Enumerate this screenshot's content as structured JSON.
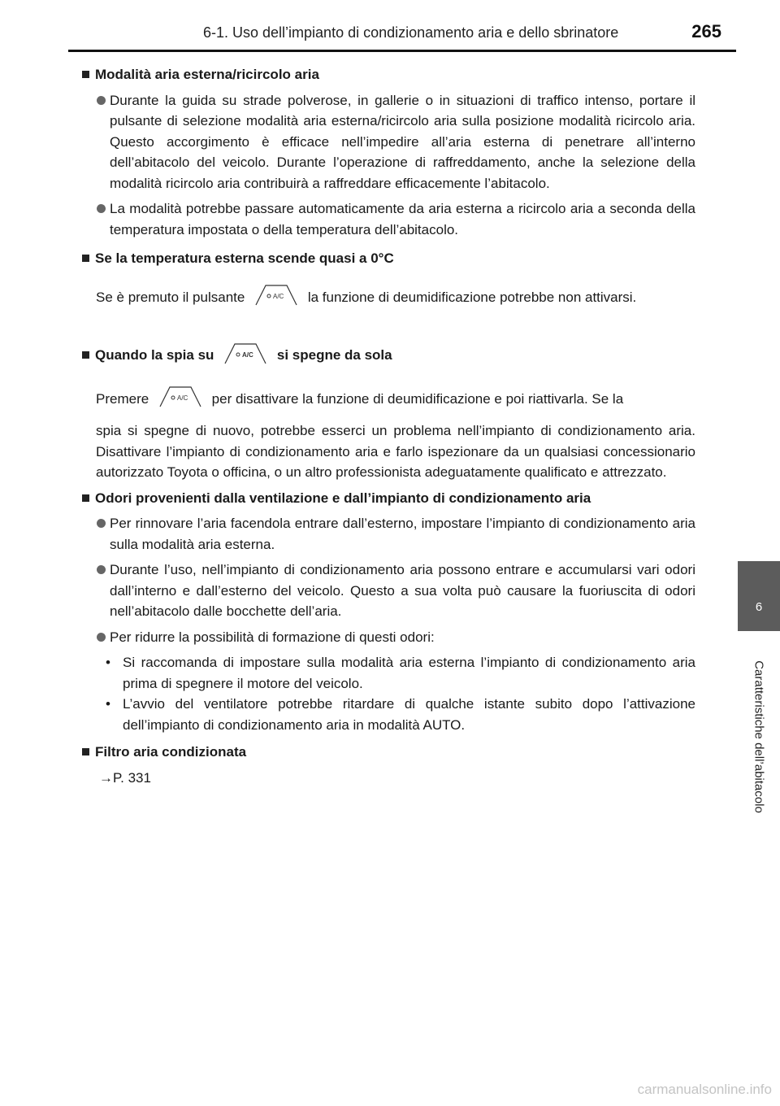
{
  "header": {
    "title": "6-1. Uso dell’impianto di condizionamento aria e dello sbrinatore",
    "page_number": "265"
  },
  "side_tab": {
    "chapter_number": "6",
    "chapter_label": "Caratteristiche dell’abitacolo"
  },
  "icons": {
    "ac_button_label": "A/C"
  },
  "sections": {
    "s1": {
      "heading": "Modalità aria esterna/ricircolo aria",
      "b1": "Durante la guida su strade polverose, in gallerie o in situazioni di traffico intenso, portare il pulsante di selezione modalità aria esterna/ricircolo aria sulla posizione modalità ricircolo aria. Questo accorgimento è efficace nell’impedire all’aria esterna di penetrare all’interno dell’abitacolo del veicolo. Durante l’operazione di raffreddamento, anche la selezione della modalità ricircolo aria contribuirà a raffreddare efficacemente l’abitacolo.",
      "b2": "La modalità potrebbe passare automaticamente da aria esterna a ricircolo aria a seconda della temperatura impostata o della temperatura dell’abitacolo."
    },
    "s2": {
      "heading": "Se la temperatura esterna scende quasi a 0°C",
      "text_before": "Se è premuto il pulsante",
      "text_after": "la funzione di deumidificazione potrebbe non attivarsi."
    },
    "s3": {
      "heading_before": "Quando la spia su",
      "heading_after": "si spegne da sola",
      "text_before": "Premere",
      "text_after": "per disattivare la funzione di deumidificazione e poi riattivarla. Se la",
      "text_rest": "spia si spegne di nuovo, potrebbe esserci un problema nell’impianto di condizionamento aria. Disattivare l’impianto di condizionamento aria e farlo ispezionare da un qualsiasi concessionario autorizzato Toyota o officina, o un altro professionista adeguatamente qualificato e attrezzato."
    },
    "s4": {
      "heading": "Odori provenienti dalla ventilazione e dall’impianto di condizionamento aria",
      "b1": "Per rinnovare l’aria facendola entrare dall’esterno, impostare l’impianto di condizionamento aria sulla modalità aria esterna.",
      "b2": "Durante l’uso, nell’impianto di condizionamento aria possono entrare e accumularsi vari odori dall’interno e dall’esterno del veicolo. Questo a sua volta può causare la fuoriuscita di odori nell’abitacolo dalle bocchette dell’aria.",
      "b3": "Per ridurre la possibilità di formazione di questi odori:",
      "sub1": "Si raccomanda di impostare sulla modalità aria esterna l’impianto di condizionamento aria prima di spegnere il motore del veicolo.",
      "sub2": "L’avvio del ventilatore potrebbe ritardare di qualche istante subito dopo l’attivazione dell’impianto di condizionamento aria in modalità AUTO."
    },
    "s5": {
      "heading": "Filtro aria condizionata",
      "xref": "→P. 331"
    }
  },
  "footer": {
    "watermark": "carmanualsonline.info"
  }
}
